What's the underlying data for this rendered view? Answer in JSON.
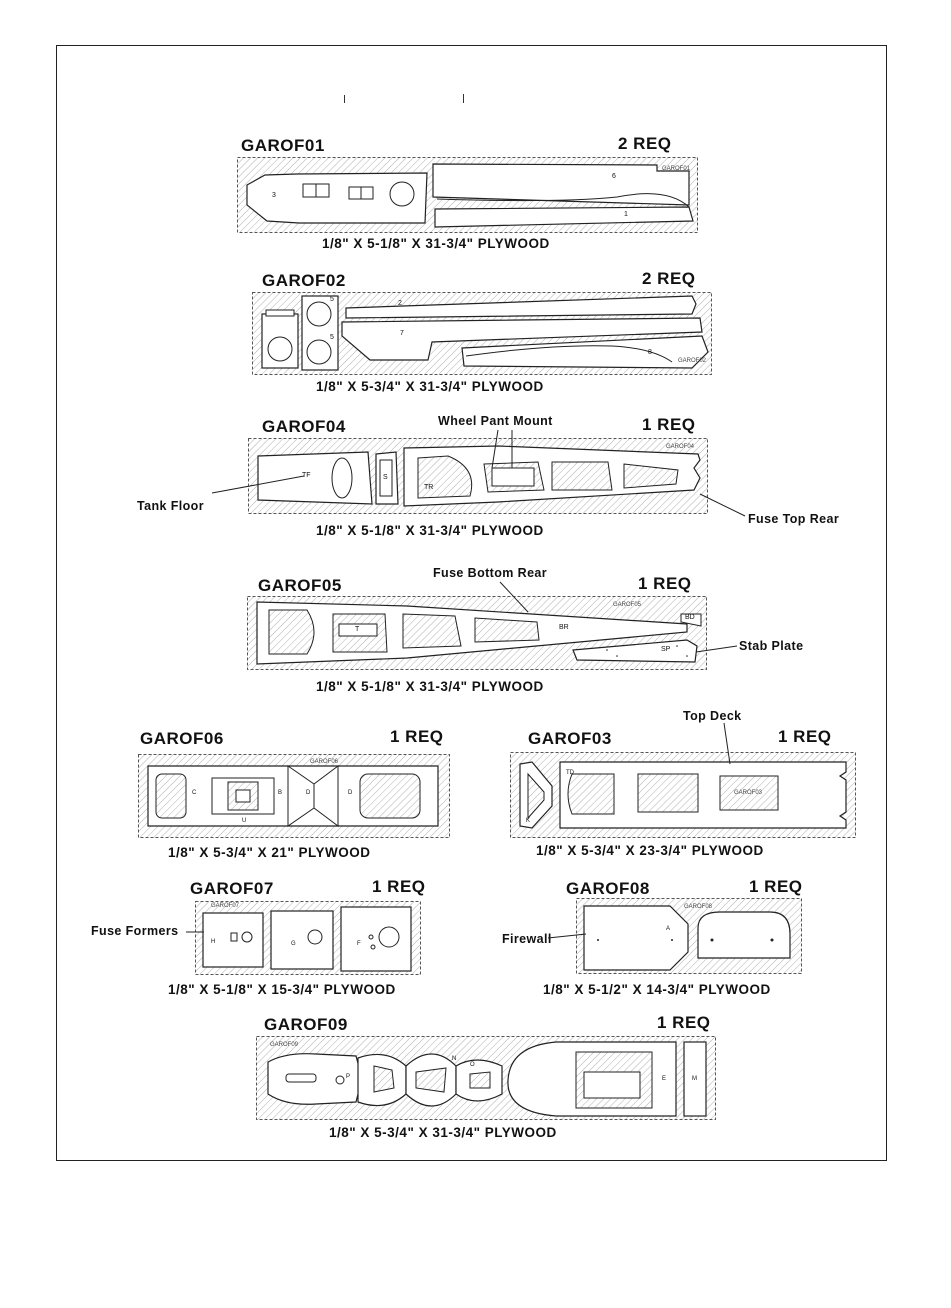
{
  "sheets": [
    {
      "id": "GAROF01",
      "req": "2 REQ",
      "material": "1/8\" X 5-1/8\" X 31-3/4\" PLYWOOD",
      "tag": "GAROF01",
      "part_numbers": [
        "3",
        "6",
        "1"
      ]
    },
    {
      "id": "GAROF02",
      "req": "2 REQ",
      "material": "1/8\" X 5-3/4\" X 31-3/4\" PLYWOOD",
      "tag": "GAROF02",
      "part_numbers": [
        "5",
        "5",
        "2",
        "7",
        "8"
      ]
    },
    {
      "id": "GAROF04",
      "req": "1 REQ",
      "material": "1/8\" X 5-1/8\" X 31-3/4\" PLYWOOD",
      "tag": "GAROF04",
      "part_numbers": [
        "TF",
        "S",
        "TR"
      ]
    },
    {
      "id": "GAROF05",
      "req": "1 REQ",
      "material": "1/8\" X 5-1/8\" X 31-3/4\" PLYWOOD",
      "tag": "GAROF05",
      "part_numbers": [
        "T",
        "BR",
        "BD",
        "SP"
      ]
    },
    {
      "id": "GAROF06",
      "req": "1 REQ",
      "material": "1/8\" X 5-3/4\" X 21\" PLYWOOD",
      "tag": "GAROF06",
      "part_numbers": [
        "C",
        "U",
        "B",
        "D",
        "D"
      ]
    },
    {
      "id": "GAROF03",
      "req": "1 REQ",
      "material": "1/8\" X 5-3/4\" X 23-3/4\" PLYWOOD",
      "tag": "GAROF03",
      "part_numbers": [
        "TD",
        "K"
      ]
    },
    {
      "id": "GAROF07",
      "req": "1 REQ",
      "material": "1/8\" X 5-1/8\" X 15-3/4\" PLYWOOD",
      "tag": "GAROF07",
      "part_numbers": [
        "H",
        "G",
        "F"
      ]
    },
    {
      "id": "GAROF08",
      "req": "1 REQ",
      "material": "1/8\" X 5-1/2\" X 14-3/4\" PLYWOOD",
      "tag": "GAROF08",
      "part_numbers": [
        "A"
      ]
    },
    {
      "id": "GAROF09",
      "req": "1 REQ",
      "material": "1/8\" X 5-3/4\" X 31-3/4\" PLYWOOD",
      "tag": "GAROF09",
      "part_numbers": [
        "P",
        "N",
        "O",
        "E",
        "M"
      ]
    }
  ],
  "callouts": {
    "wheel_pant_mount": "Wheel Pant Mount",
    "tank_floor": "Tank Floor",
    "fuse_top_rear": "Fuse Top Rear",
    "fuse_bottom_rear": "Fuse Bottom Rear",
    "stab_plate": "Stab Plate",
    "top_deck": "Top Deck",
    "fuse_formers": "Fuse Formers",
    "firewall": "Firewall"
  },
  "colors": {
    "ink": "#222222",
    "hatch": "#b0b0b0",
    "sheet_border": "#555555"
  }
}
